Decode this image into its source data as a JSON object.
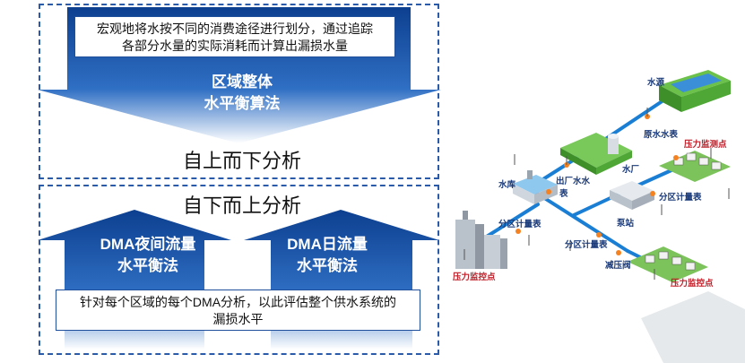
{
  "top_down": {
    "caption_line1": "宏观地将水按不同的消费途径进行划分，通过追踪",
    "caption_line2": "各部分水量的实际消耗而计算出漏损水量",
    "arrow_line1": "区域整体",
    "arrow_line2": "水平衡算法",
    "title": "自上而下分析"
  },
  "bottom_up": {
    "title": "自下而上分析",
    "left_line1": "DMA夜间流量",
    "left_line2": "水平衡法",
    "right_line1": "DMA日流量",
    "right_line2": "水平衡法",
    "caption_line1": "针对每个区域的每个DMA分析，以此评估整个供水系统的",
    "caption_line2": "漏损水平"
  },
  "network": {
    "water_source": "水源",
    "raw_water_meter": "原水水表",
    "pressure_monitor_top": "压力监测点",
    "water_plant": "水厂",
    "outlet_meter_line1": "出厂水水",
    "outlet_meter_line2": "表",
    "reservoir": "水库",
    "zone_meter_right": "分区计量表",
    "zone_meter_left": "分区计量表",
    "pump_station": "泵站",
    "zone_meter_bottom": "分区计量表",
    "pressure_reducing_valve": "减压阀",
    "pressure_monitor_left": "压力监控点",
    "pressure_monitor_bottom": "压力监控点"
  },
  "colors": {
    "arrow_dark": "#0d3f8f",
    "arrow_light": "#ffffff",
    "pipe": "#1a7fd4",
    "panel_border": "#2a5aa8"
  }
}
